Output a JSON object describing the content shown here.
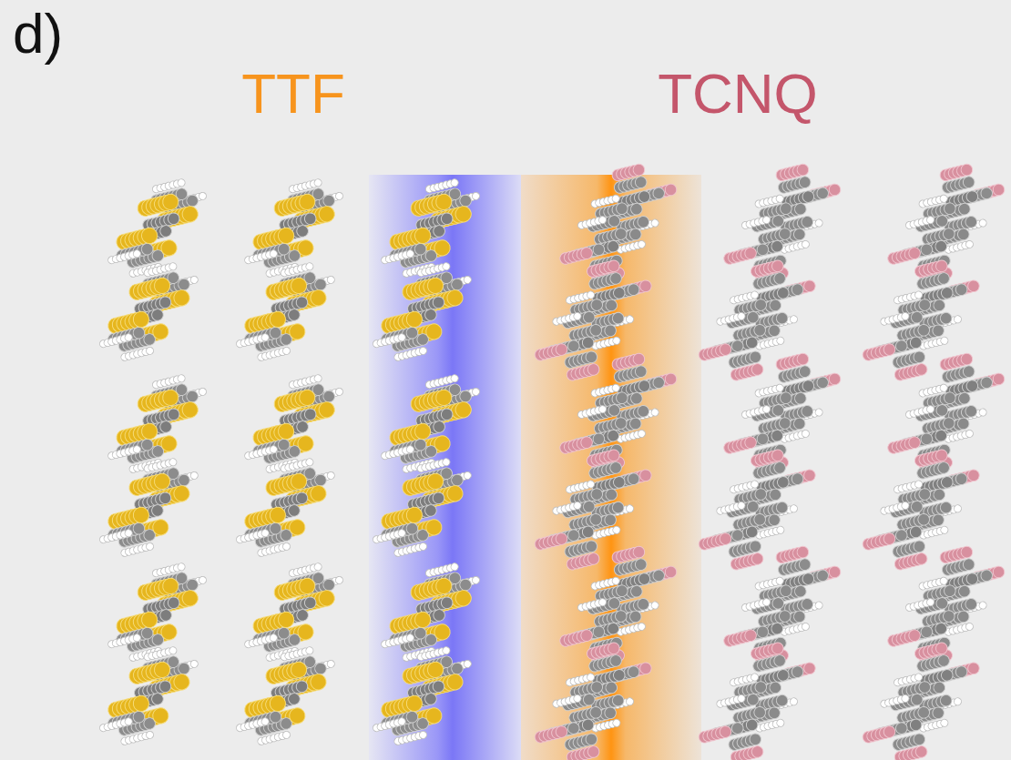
{
  "diagram": {
    "labels": [
      "d)",
      "TTF",
      "TCNQ"
    ]
  }
}
